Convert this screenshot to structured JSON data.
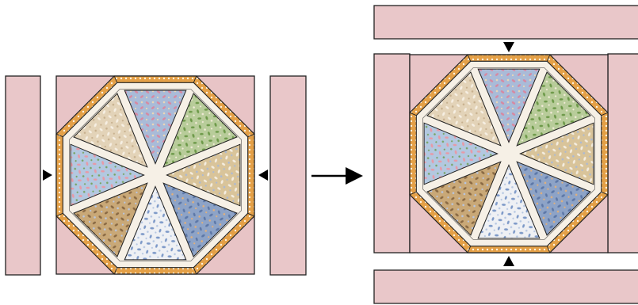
{
  "colors": {
    "background": "#ffffff",
    "strip_pink": "#e9c7c9",
    "outline": "#222222",
    "sashing_cream": "#f6f0e6",
    "octagon_border_orange": "#e4a047",
    "border_dot": "#fff3df",
    "corner_pink": "#e8c4c6",
    "arrow": "#000000"
  },
  "wedge_fabrics": [
    {
      "name": "blue-floral-bird",
      "base": "#a9bbd8",
      "accent": "#d68aa3",
      "motif": "#e9d6b8"
    },
    {
      "name": "green-leaf",
      "base": "#b8cc9a",
      "accent": "#6e9a4a",
      "motif": "#f2ead8"
    },
    {
      "name": "beige-rose",
      "base": "#d9c49a",
      "accent": "#f4ede0",
      "motif": "#a9b9d6"
    },
    {
      "name": "blue-leaf",
      "base": "#8da3c7",
      "accent": "#5d78a8",
      "motif": "#e2b07a"
    },
    {
      "name": "cream-blue-floral",
      "base": "#eef0f4",
      "accent": "#7d99c8",
      "motif": "#b6c7e2"
    },
    {
      "name": "tan-leaf",
      "base": "#c9a877",
      "accent": "#8a6a44",
      "motif": "#b7c6e3"
    },
    {
      "name": "light-blue-rose",
      "base": "#b3c8e0",
      "accent": "#e79aa7",
      "motif": "#78a464"
    },
    {
      "name": "cream-floral",
      "base": "#e3d3b8",
      "accent": "#f6efe3",
      "motif": "#c7b08e"
    }
  ],
  "steps": [
    {
      "name": "step-1-add-side-strips",
      "pointer_directions": [
        "right",
        "left"
      ]
    },
    {
      "name": "step-2-add-top-bottom-strips",
      "pointer_directions": [
        "down",
        "up"
      ]
    }
  ],
  "transition_arrow": "right"
}
